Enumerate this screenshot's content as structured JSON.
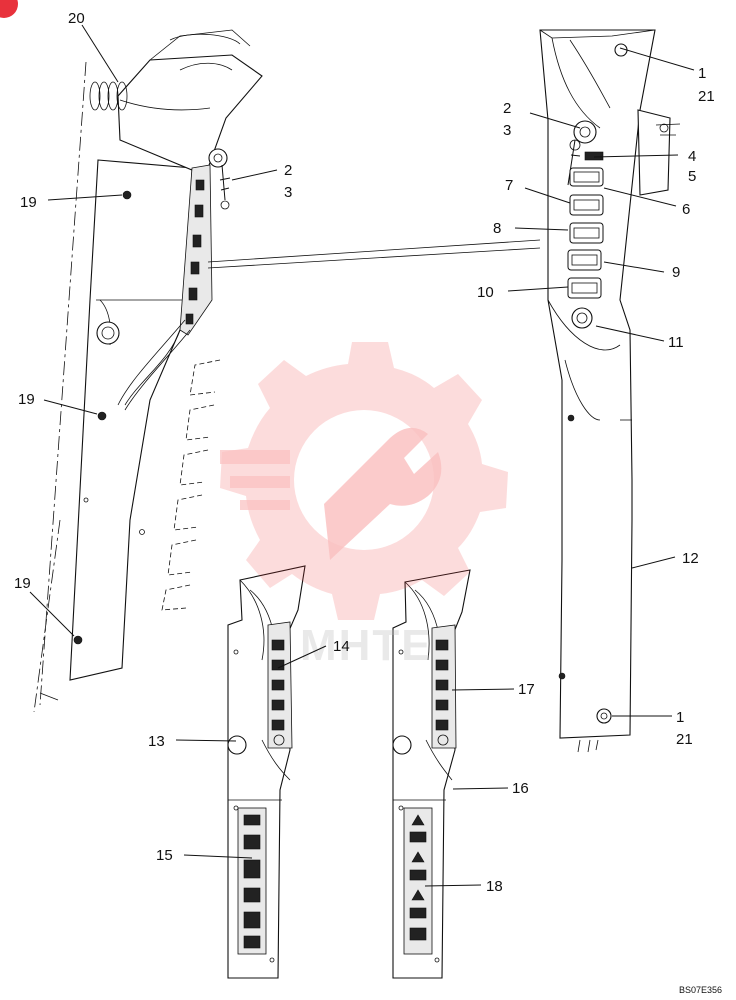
{
  "callouts": {
    "c1a": "1",
    "c21a": "21",
    "c2a": "2",
    "c3a": "3",
    "c2b": "2",
    "c3b": "3",
    "c4": "4",
    "c5": "5",
    "c6": "6",
    "c7": "7",
    "c8": "8",
    "c9": "9",
    "c10": "10",
    "c11": "11",
    "c12": "12",
    "c13": "13",
    "c14": "14",
    "c15": "15",
    "c16": "16",
    "c17": "17",
    "c18": "18",
    "c19a": "19",
    "c19b": "19",
    "c19c": "19",
    "c20": "20",
    "c1b": "1",
    "c21b": "21"
  },
  "watermark": {
    "text": "МНТЕ",
    "color": "#f03a3a"
  },
  "figure_code": "BS07E356",
  "corner_badge": {
    "color": "#e8323c"
  }
}
